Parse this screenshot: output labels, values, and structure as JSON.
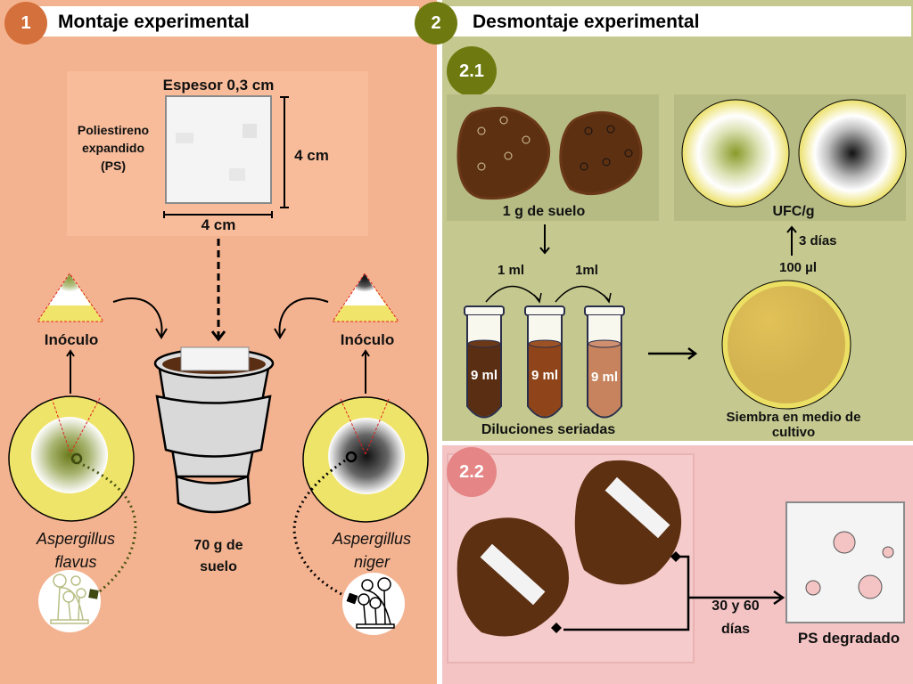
{
  "section1": {
    "badge": "1",
    "title": "Montaje experimental",
    "badge_color": "#d4703b",
    "background": "#f4b390",
    "ps_sample": {
      "thickness_label": "Espesor 0,3 cm",
      "material_label_lines": [
        "Poliestireno",
        "expandido",
        "(PS)"
      ],
      "height_label": "4 cm",
      "width_label": "4 cm"
    },
    "left_fungus": {
      "inoculum_label": "Inóculo",
      "species_line1": "Aspergillus",
      "species_line2": "flavus",
      "color": "#7a8a2a"
    },
    "right_fungus": {
      "inoculum_label": "Inóculo",
      "species_line1": "Aspergillus",
      "species_line2": "niger",
      "color": "#111111"
    },
    "cup_label_line1": "70 g de",
    "cup_label_line2": "suelo"
  },
  "section2": {
    "badge": "2",
    "title": "Desmontaje experimental",
    "badge_color": "#6e7a10",
    "sub1": {
      "badge": "2.1",
      "badge_color": "#6e7a10",
      "background": "#c5c98f",
      "soil_label": "1 g de suelo",
      "cfu_label": "UFC/g",
      "days_label": "3 días",
      "volume_label": "100 µl",
      "transfer1": "1 ml",
      "transfer2": "1ml",
      "tubes": [
        {
          "label": "9 ml",
          "color": "#5a2e12"
        },
        {
          "label": "9 ml",
          "color": "#8f4519"
        },
        {
          "label": "9 ml",
          "color": "#c6835d"
        }
      ],
      "dilutions_label": "Diluciones seriadas",
      "plating_label_line1": "Siembra en medio de",
      "plating_label_line2": "cultivo"
    },
    "sub2": {
      "badge": "2.2",
      "badge_color": "#e58585",
      "background": "#f4c4c4",
      "time_label_line1": "30 y 60",
      "time_label_line2": "días",
      "result_label": "PS degradado"
    }
  }
}
